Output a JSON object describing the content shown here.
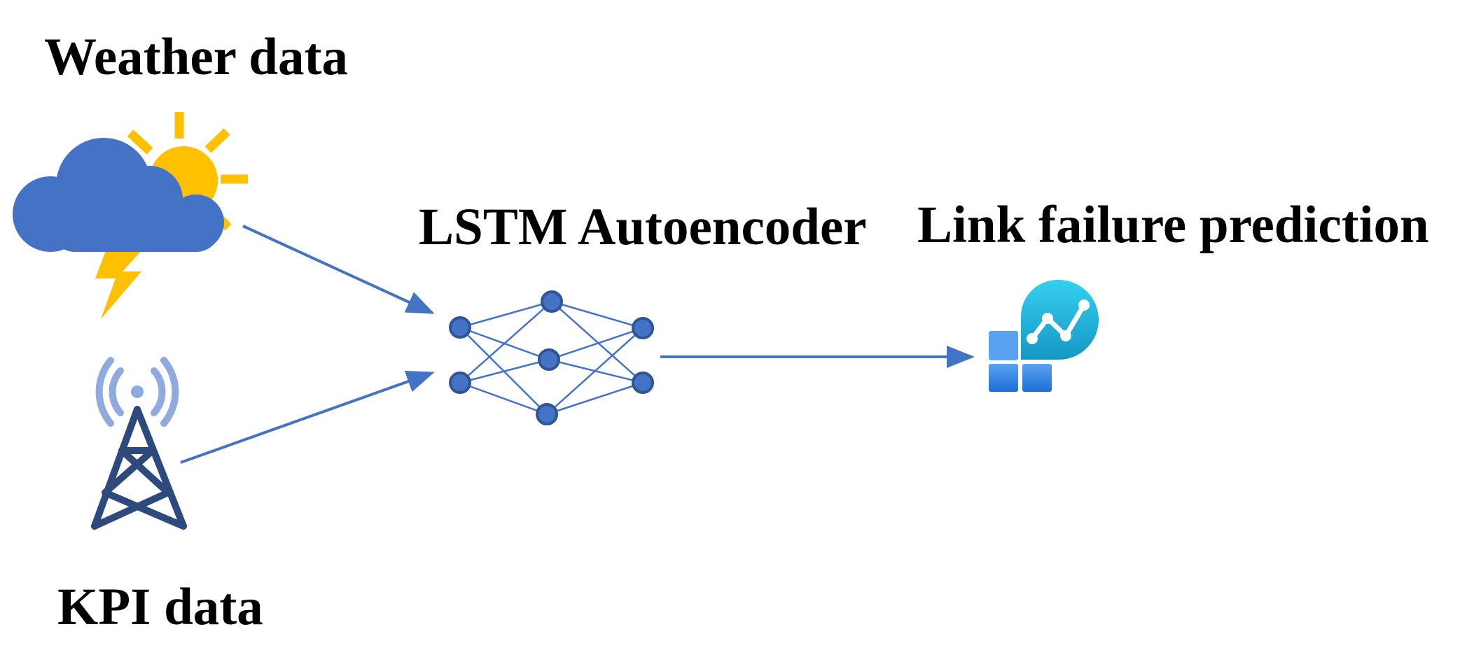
{
  "labels": {
    "weather": "Weather data",
    "kpi": "KPI data",
    "model": "LSTM Autoencoder",
    "output": "Link failure prediction"
  },
  "icons": {
    "weather": "cloud-sun-lightning-icon",
    "kpi": "cell-tower-icon",
    "model": "neural-network-icon",
    "output": "analytics-prediction-icon"
  },
  "colors": {
    "cloud": "#4472C4",
    "sun": "#FFC000",
    "arrow": "#4472C4",
    "tower": "#2E4A7D",
    "tower_waves": "#8FAADC",
    "node_fill": "#4472C4",
    "node_stroke": "#2F5597",
    "output_teal": "#1FB5D6",
    "output_blue": "#2F80ED"
  }
}
